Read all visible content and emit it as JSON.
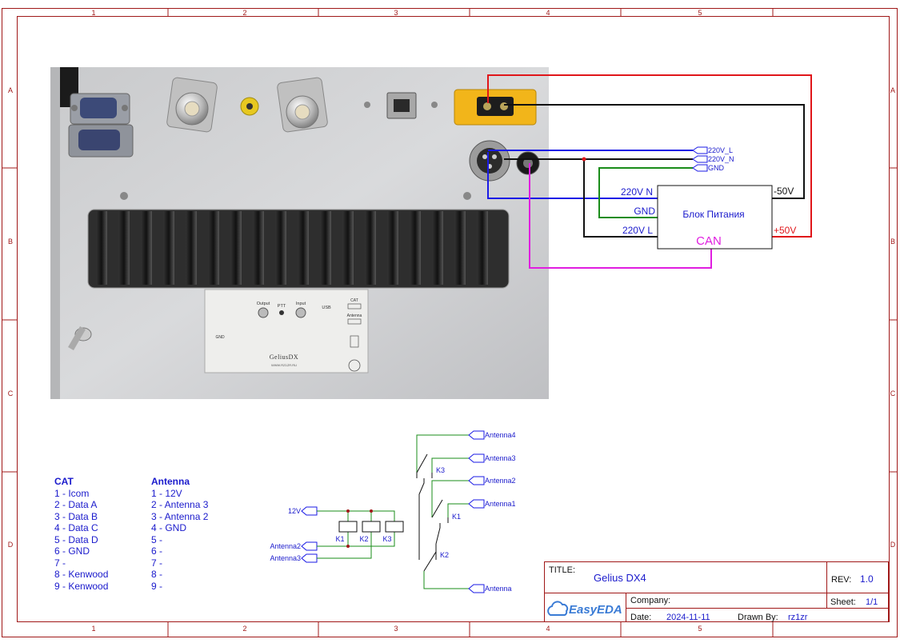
{
  "frame": {
    "columns": [
      "1",
      "2",
      "3",
      "4",
      "5"
    ],
    "rows": [
      "A",
      "B",
      "C",
      "D"
    ]
  },
  "photo": {
    "panel_labels": {
      "output": "Output",
      "ptt": "PTT",
      "input": "Input",
      "usb": "USB",
      "cat": "CAT",
      "antenna": "Antenna",
      "gnd": "GND",
      "brand": "GeliusDX",
      "url": "WWW.RZ1ZR.RU"
    }
  },
  "power": {
    "ports": [
      "220V_L",
      "220V_N",
      "GND"
    ],
    "psu_title": "Блок Питания",
    "psu_n": "220V N",
    "psu_gnd": "GND",
    "psu_l": "220V L",
    "psu_can": "CAN",
    "psu_minus": "-50V",
    "psu_plus": "+50V"
  },
  "cat_table": {
    "title": "CAT",
    "rows": [
      "1 - Icom",
      "2 - Data A",
      "3 - Data B",
      "4 - Data C",
      "5 - Data D",
      "6 - GND",
      "7 -",
      "8 - Kenwood",
      "9 - Kenwood"
    ]
  },
  "antenna_table": {
    "title": "Antenna",
    "rows": [
      "1 - 12V",
      "2 - Antenna 3",
      "3 - Antenna 2",
      "4 - GND",
      "5 -",
      "6 -",
      "7 -",
      "8 -",
      "9 -"
    ]
  },
  "relay_schematic": {
    "in_12v": "12V",
    "in_antenna2": "Antenna2",
    "in_antenna3": "Antenna3",
    "relays": [
      "K1",
      "K2",
      "K3"
    ],
    "out_antenna4": "Antenna4",
    "out_antenna3": "Antenna3",
    "out_antenna2": "Antenna2",
    "out_antenna1": "Antenna1",
    "out_antenna": "Antenna",
    "switch_k3": "K3",
    "switch_k1": "K1",
    "switch_k2": "K2"
  },
  "title_block": {
    "title_label": "TITLE:",
    "title": "Gelius DX4",
    "rev_label": "REV:",
    "rev": "1.0",
    "company_label": "Company:",
    "sheet_label": "Sheet:",
    "sheet": "1/1",
    "date_label": "Date:",
    "date": "2024-11-11",
    "drawn_label": "Drawn By:",
    "drawn_by": "rz1zr",
    "logo_text": "EasyEDA"
  },
  "colors": {
    "frame": "#a01818",
    "wire_red": "#e0161a",
    "wire_black": "#111111",
    "wire_blue": "#1a1ae6",
    "wire_green": "#1a8c1a",
    "wire_magenta": "#e01ee0",
    "text_blue": "#1a1acc",
    "logo_blue": "#3a7bd5"
  }
}
